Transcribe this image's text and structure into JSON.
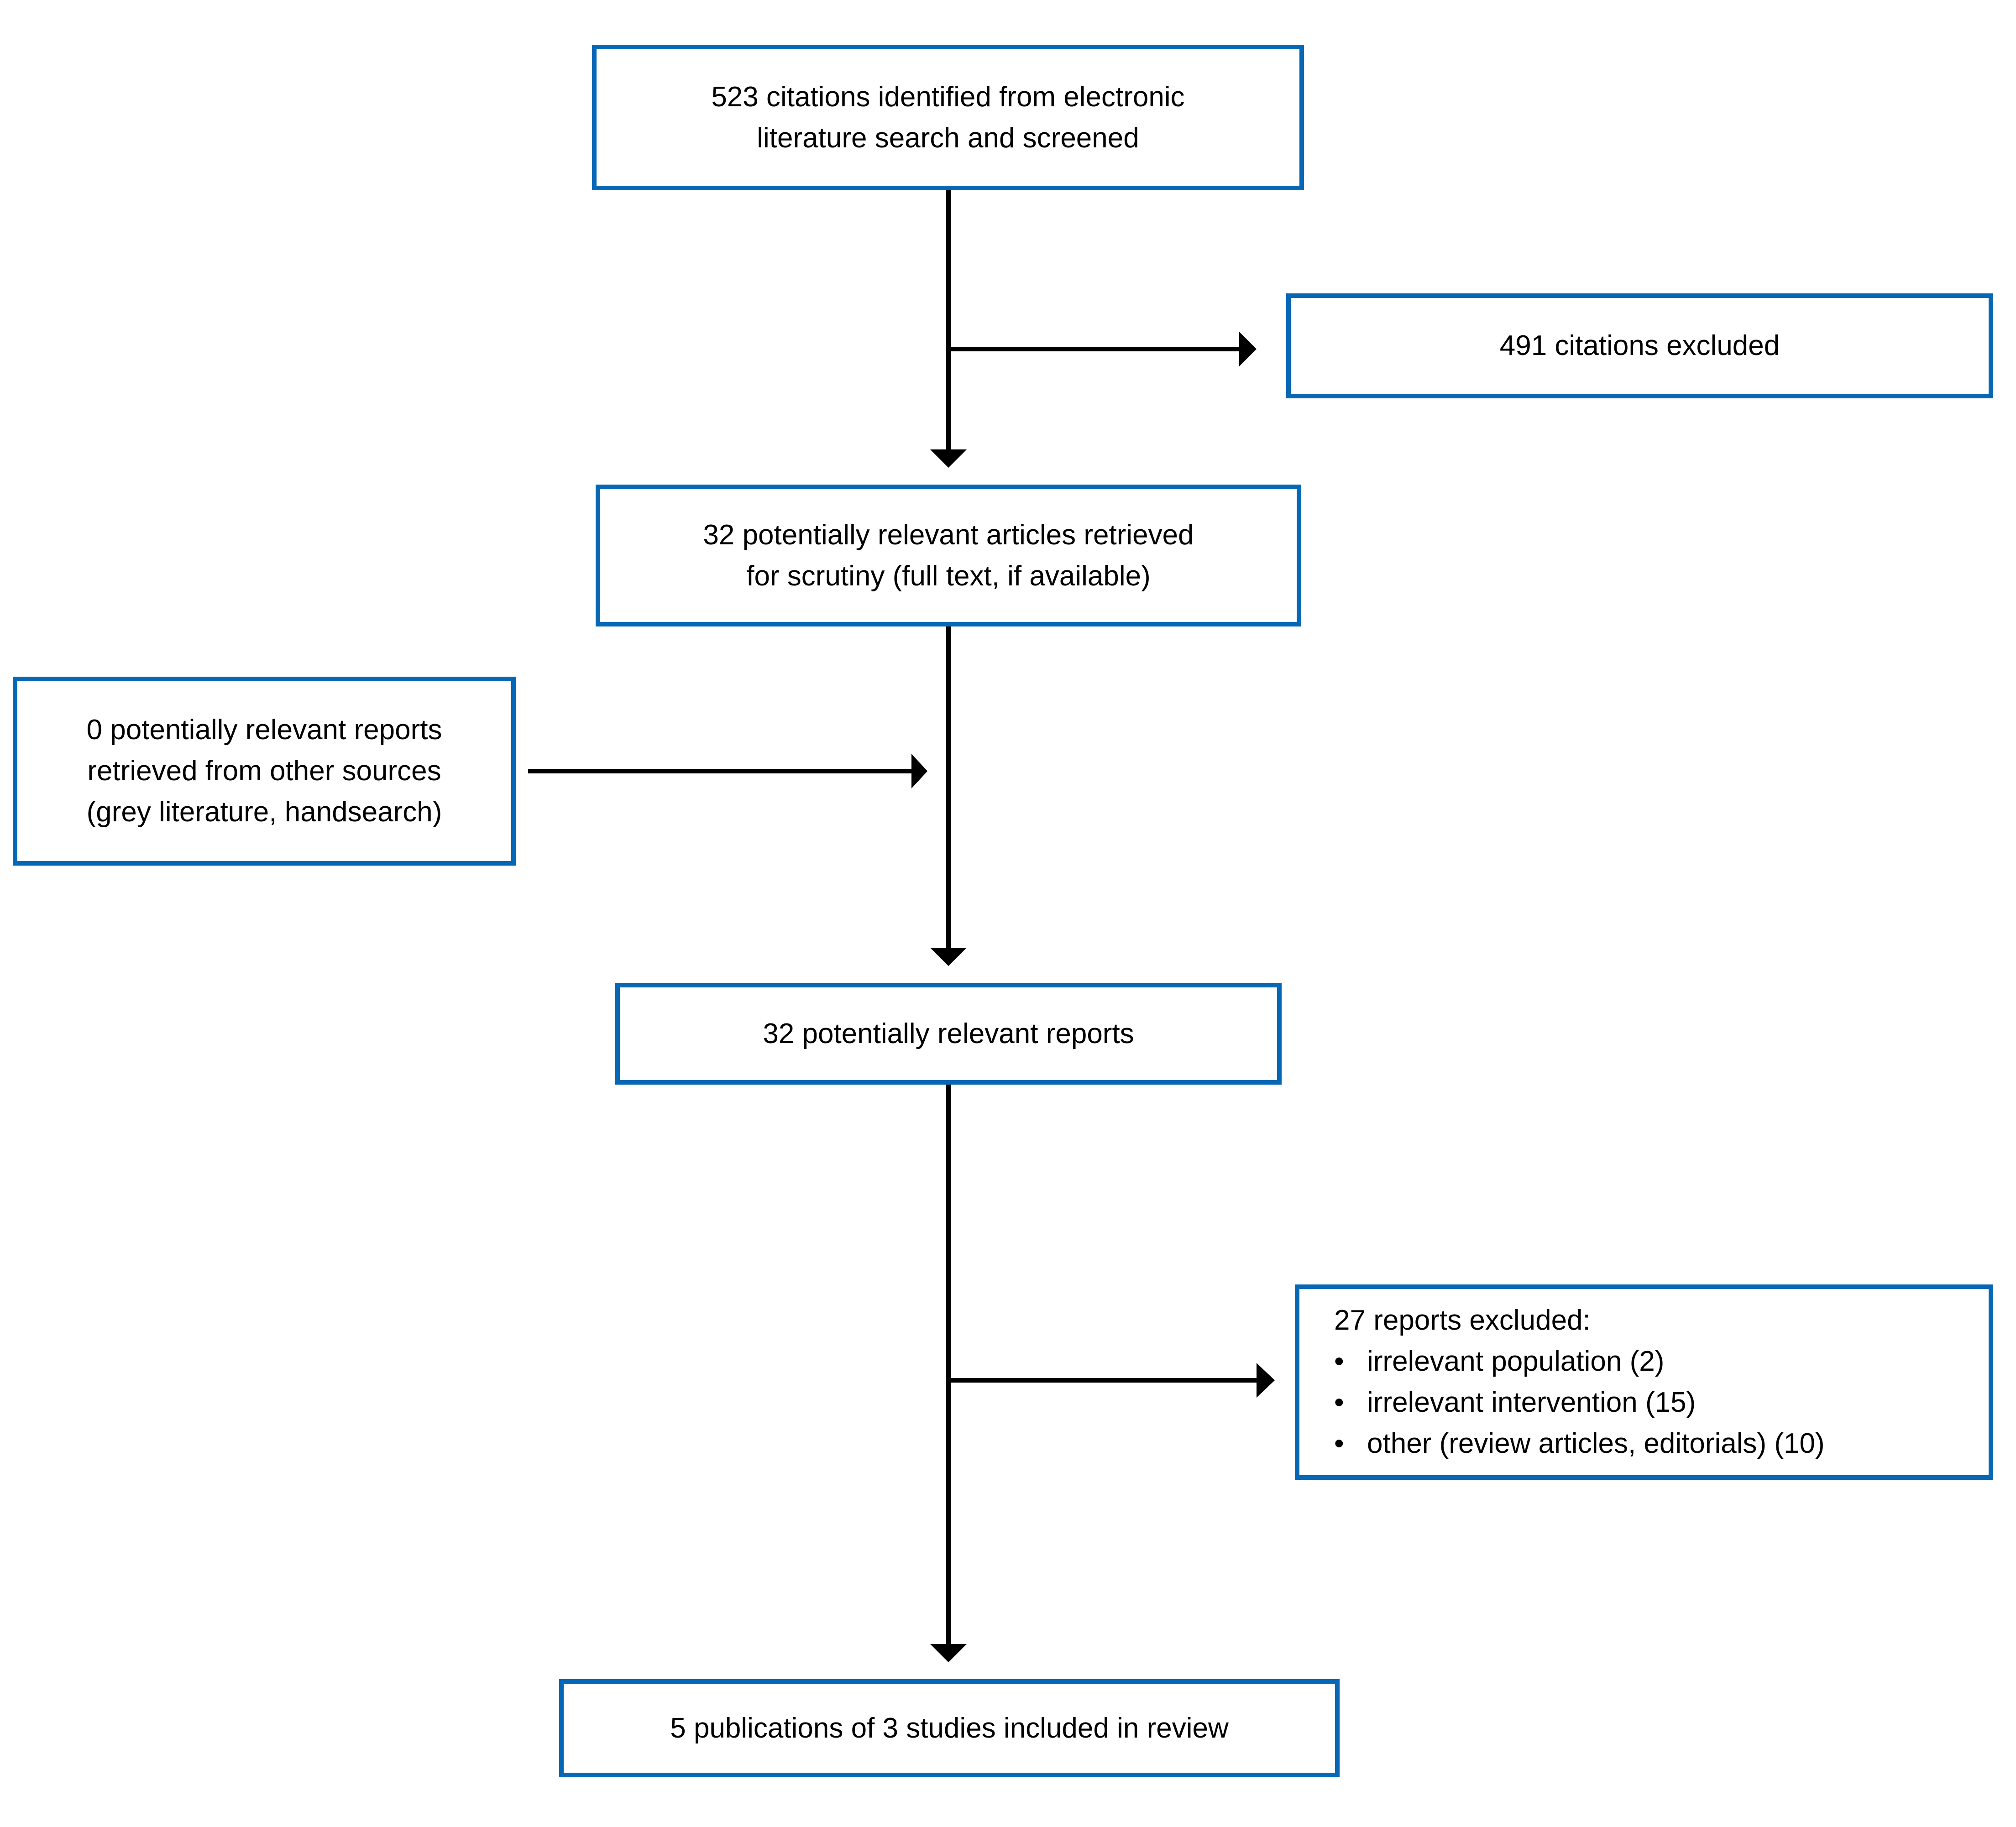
{
  "diagram": {
    "accent_color": "#0667b5",
    "line_color": "#000000",
    "boxes": {
      "identified": {
        "label": "523 citations identified from electronic\nliterature search and screened"
      },
      "excluded_citations": {
        "label": "491 citations excluded"
      },
      "retrieved": {
        "label": "32 potentially relevant articles retrieved\nfor scrutiny (full text, if available)"
      },
      "other_sources": {
        "label": "0 potentially relevant reports\nretrieved from other sources\n(grey literature, handsearch)"
      },
      "relevant_reports": {
        "label": "32 potentially relevant reports"
      },
      "excluded_reports": {
        "title": "27 reports excluded:",
        "bullet": "•",
        "items": [
          "irrelevant population (2)",
          "irrelevant intervention (15)",
          "other (review articles, editorials) (10)"
        ]
      },
      "included": {
        "label": "5 publications of 3 studies included in review"
      }
    }
  }
}
